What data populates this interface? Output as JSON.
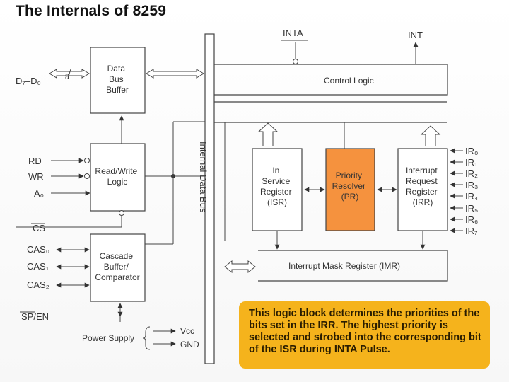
{
  "title": "The Internals of 8259",
  "signals": {
    "data_bus": "D₇–D₀",
    "bus_width": "8",
    "rd": "RD",
    "wr": "WR",
    "a0": "A₀",
    "cs": "CS",
    "cas0": "CAS₀",
    "cas1": "CAS₁",
    "cas2": "CAS₂",
    "sp_en": "SP/EN",
    "inta": "INTA",
    "int": "INT",
    "power_supply": "Power Supply",
    "vcc": "Vcc",
    "gnd": "GND"
  },
  "internal_bus": "Internal Data Bus",
  "blocks": {
    "data_bus_buffer": [
      "Data",
      "Bus",
      "Buffer"
    ],
    "read_write_logic": [
      "Read/Write",
      "Logic"
    ],
    "cascade_buffer": [
      "Cascade",
      "Buffer/",
      "Comparator"
    ],
    "control_logic": "Control Logic",
    "isr": [
      "In",
      "Service",
      "Register",
      "(ISR)"
    ],
    "priority_resolver": [
      "Priority",
      "Resolver",
      "(PR)"
    ],
    "irr": [
      "Interrupt",
      "Request",
      "Register",
      "(IRR)"
    ],
    "imr": "Interrupt Mask Register (IMR)"
  },
  "ir_lines": [
    "IR₀",
    "IR₁",
    "IR₂",
    "IR₃",
    "IR₄",
    "IR₅",
    "IR₆",
    "IR₇"
  ],
  "callout": "This logic block determines the priorities of the bits set in the IRR. The highest priority is selected and strobed into the corresponding bit of the ISR during INTA Pulse.",
  "colors": {
    "priority_resolver_fill": "#f5923e",
    "callout_fill": "#f5b31c",
    "line": "#444444"
  }
}
